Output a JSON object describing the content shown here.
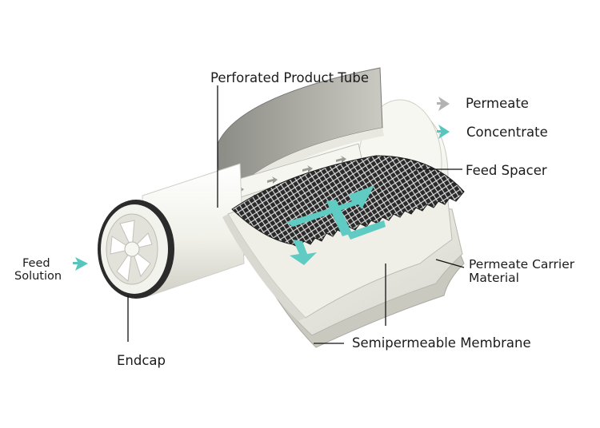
{
  "labels": {
    "product_tube": "Perforated Product Tube",
    "permeate": "Permeate",
    "concentrate": "Concentrate",
    "feed_spacer": "Feed Spacer",
    "feed_solution_line1": "Feed",
    "feed_solution_line2": "Solution",
    "permeate_carrier_line1": "Permeate Carrier",
    "permeate_carrier_line2": "Material",
    "endcap": "Endcap",
    "membrane": "Semipermeable Membrane"
  },
  "colors": {
    "permeate_arrow": "#b3b3b3",
    "concentrate_arrow": "#57c6bd",
    "feed_arrow": "#57c6bd",
    "tube_body": "#f2f2ea",
    "mesh": "#1e1e1e",
    "leader_line": "#111111"
  },
  "icons": {
    "permeate": "gray-arrow-icon",
    "concentrate": "teal-arrow-icon",
    "feed": "teal-arrow-icon"
  }
}
